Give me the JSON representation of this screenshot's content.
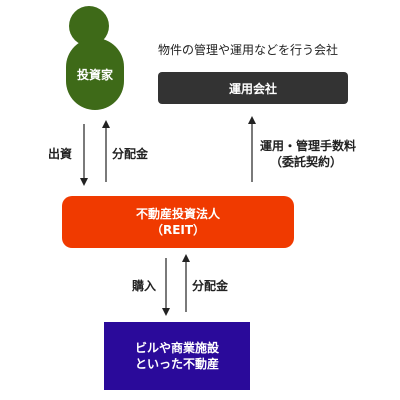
{
  "investor": {
    "label": "投資家"
  },
  "management": {
    "caption": "物件の管理や運用などを行う会社",
    "label": "運用会社"
  },
  "reit": {
    "line1": "不動産投資法人",
    "line2": "（REIT）"
  },
  "property": {
    "line1": "ビルや商業施設",
    "line2": "といった不動産"
  },
  "flows": {
    "investment": "出資",
    "distribution": "分配金",
    "fee_line1": "運用・管理手数料",
    "fee_line2": "（委託契約）",
    "purchase": "購入",
    "returns": "分配金"
  },
  "colors": {
    "investor": "#3e6a18",
    "management": "#333333",
    "reit": "#f03a00",
    "property": "#2a0a9a",
    "arrow": "#222222"
  }
}
